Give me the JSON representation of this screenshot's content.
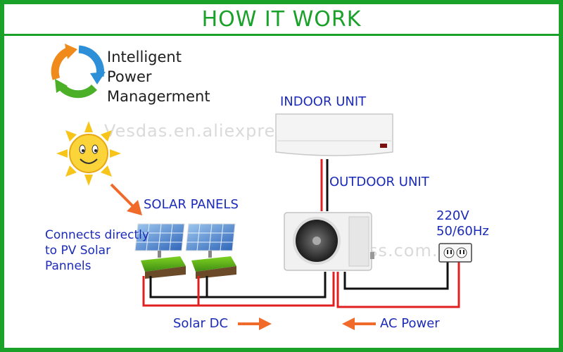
{
  "title": "HOW IT WORK",
  "logo": {
    "lines": [
      "Intelligent",
      "Power",
      "Managerment"
    ]
  },
  "labels": {
    "indoor_unit": "INDOOR UNIT",
    "outdoor_unit": "OUTDOOR UNIT",
    "solar_panels": "SOLAR PANELS",
    "connects_lines": [
      "Connects directly",
      "to PV Solar",
      "Pannels"
    ],
    "voltage": "220V",
    "frequency": "50/60Hz",
    "solar_dc": "Solar DC",
    "ac_power": "AC Power"
  },
  "watermark": [
    "Vesdas.en.aliexpress.com.",
    "aliexpress.com."
  ],
  "colors": {
    "frame_green": "#1aa12a",
    "label_blue": "#1b2bb8",
    "wire_red": "#e02020",
    "wire_black": "#111111",
    "arrow_orange": "#f06a2a",
    "sun_yellow": "#f7c51a"
  },
  "icons": [
    "recycle-arrows-icon",
    "smiling-sun-icon",
    "solar-panel-icon",
    "grass-base-icon",
    "ac-indoor-unit-icon",
    "ac-outdoor-unit-icon",
    "power-outlet-icon",
    "arrow-right-icon",
    "arrow-left-icon"
  ]
}
